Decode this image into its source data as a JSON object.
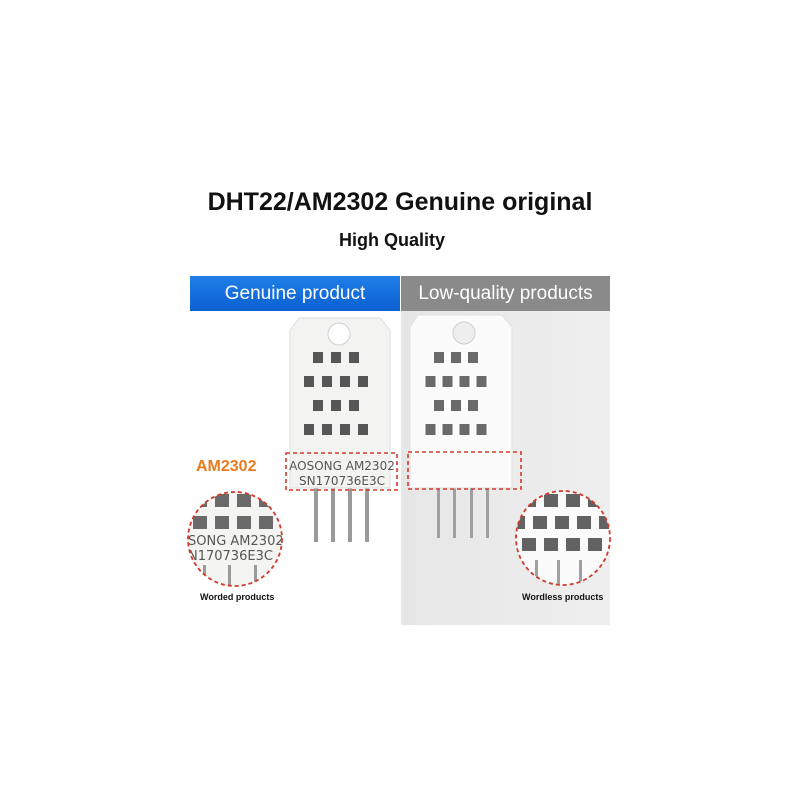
{
  "heading": {
    "title": "DHT22/AM2302 Genuine original",
    "subtitle": "High Quality"
  },
  "panels": {
    "genuine_label": "Genuine product",
    "low_label": "Low-quality products"
  },
  "genuine_sensor": {
    "model_label": "AM2302",
    "marking_line1": "AOSONG AM2302",
    "marking_line2": "SN170736E3C",
    "zoom_line1": "SONG AM2302",
    "zoom_line2": "N170736E3C",
    "caption": "Worded products"
  },
  "low_sensor": {
    "caption": "Wordless products"
  },
  "colors": {
    "genuine_header": "#0b6bdc",
    "low_header": "#8a8a8a",
    "model_label": "#e87a1e",
    "highlight_dash": "#d23a2a"
  }
}
